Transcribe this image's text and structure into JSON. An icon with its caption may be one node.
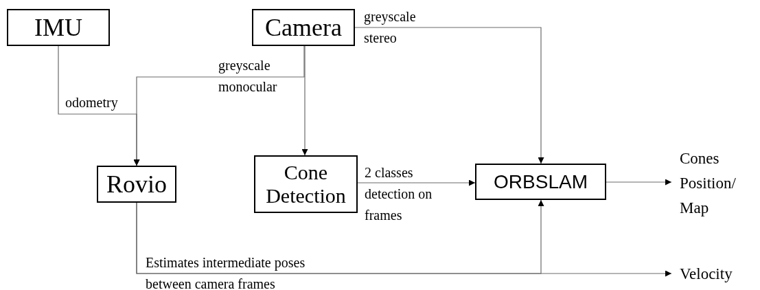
{
  "diagram": {
    "nodes": [
      {
        "text": [
          "IMU"
        ]
      },
      {
        "text": [
          "Camera"
        ]
      },
      {
        "text": [
          "Rovio"
        ]
      },
      {
        "text": [
          "Cone Detection"
        ]
      },
      {
        "text": [
          "ORBSLAM"
        ]
      },
      {
        "text": [
          "Cones Position/ Map"
        ]
      },
      {
        "text": [
          "Velocity"
        ]
      }
    ],
    "edges": [
      {
        "from": 0,
        "to": 2,
        "arrow": "to",
        "label": "odometry"
      },
      {
        "from": 1,
        "to": 2,
        "arrow": "to",
        "label": "greyscale monocular"
      },
      {
        "from": 1,
        "to": 3,
        "arrow": "to"
      },
      {
        "from": 1,
        "to": 4,
        "arrow": "to",
        "label": "greyscale stereo"
      },
      {
        "from": 3,
        "to": 4,
        "arrow": "to",
        "label": "2 classes detection on frames"
      },
      {
        "from": 4,
        "to": 5,
        "arrow": "to"
      },
      {
        "from": 2,
        "to": 4,
        "arrow": "to",
        "label": "Estimates intermediate poses between camera frames"
      },
      {
        "from": 2,
        "to": 6,
        "arrow": "to"
      }
    ]
  }
}
